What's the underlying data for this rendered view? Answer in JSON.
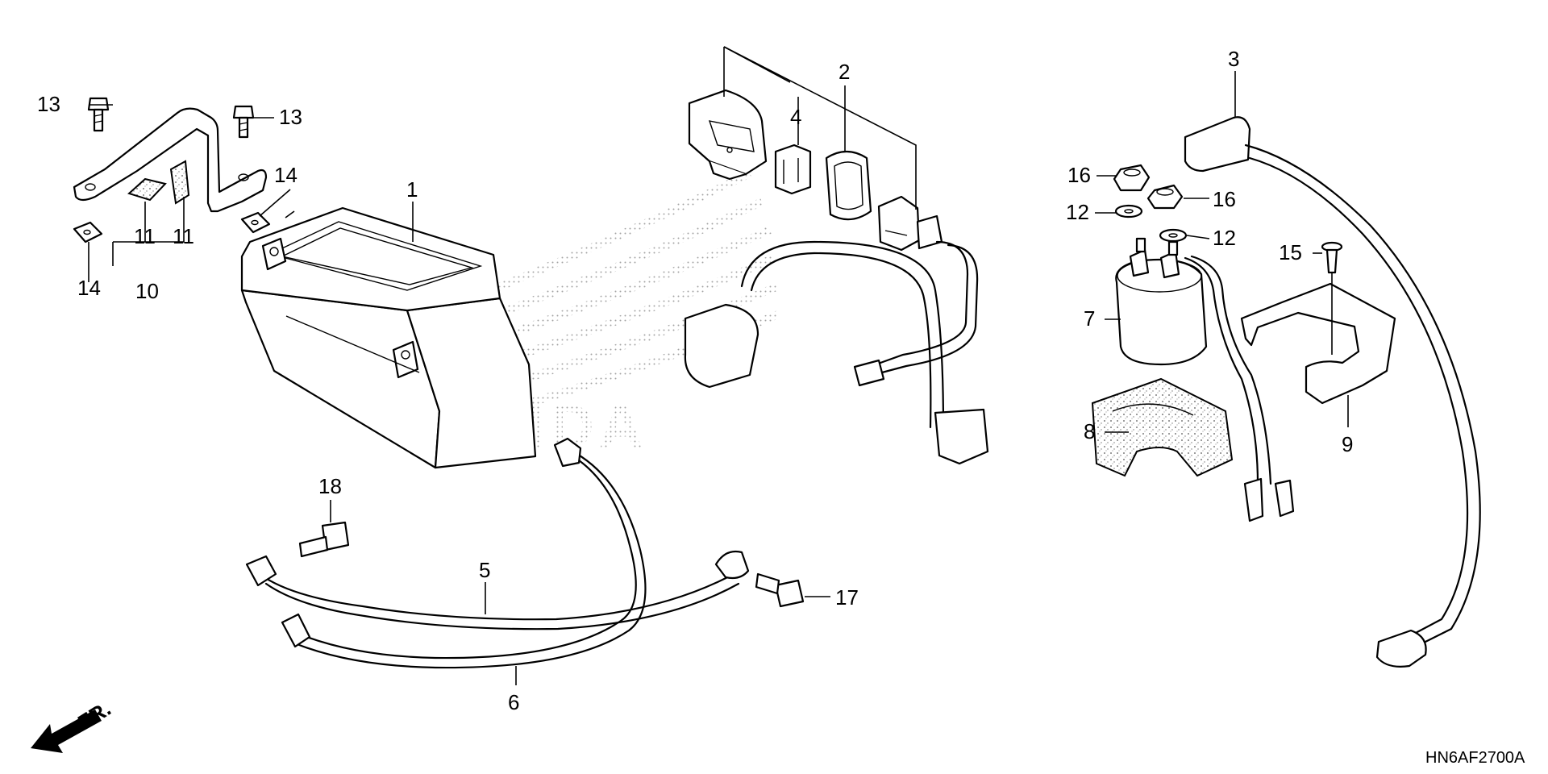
{
  "diagram": {
    "code": "HN6AF2700A",
    "orientation": "FR.",
    "callouts": [
      {
        "id": "c1",
        "label": "1"
      },
      {
        "id": "c2",
        "label": "2"
      },
      {
        "id": "c3",
        "label": "3"
      },
      {
        "id": "c4",
        "label": "4"
      },
      {
        "id": "c5",
        "label": "5"
      },
      {
        "id": "c6",
        "label": "6"
      },
      {
        "id": "c7",
        "label": "7"
      },
      {
        "id": "c8",
        "label": "8"
      },
      {
        "id": "c9",
        "label": "9"
      },
      {
        "id": "c10",
        "label": "10"
      },
      {
        "id": "c11a",
        "label": "11"
      },
      {
        "id": "c11b",
        "label": "11"
      },
      {
        "id": "c12a",
        "label": "12"
      },
      {
        "id": "c12b",
        "label": "12"
      },
      {
        "id": "c13a",
        "label": "13"
      },
      {
        "id": "c13b",
        "label": "13"
      },
      {
        "id": "c14a",
        "label": "14"
      },
      {
        "id": "c14b",
        "label": "14"
      },
      {
        "id": "c15",
        "label": "15"
      },
      {
        "id": "c16a",
        "label": "16"
      },
      {
        "id": "c16b",
        "label": "16"
      },
      {
        "id": "c17",
        "label": "17"
      },
      {
        "id": "c18",
        "label": "18"
      }
    ],
    "watermark": "HONDA"
  }
}
